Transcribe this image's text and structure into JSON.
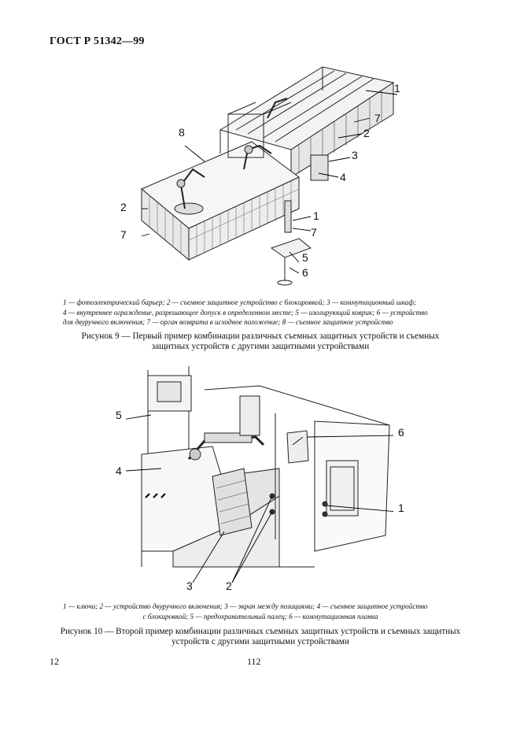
{
  "header": {
    "standard": "ГОСТ Р 51342—99"
  },
  "figure9": {
    "callouts": [
      "1",
      "7",
      "2",
      "3",
      "4",
      "8",
      "2",
      "7",
      "1",
      "7",
      "5",
      "6"
    ],
    "legend_lines": [
      "1 — фотоэлектрический барьер; 2 — съемное защитное устройство с блокировкой; 3 — коммутационный шкаф;",
      "4 — внутреннее ограждение, разрешающее допуск в определенном месте; 5 — изолирующий коврик; 6 — устройство",
      "для двуручного включения; 7 — орган возврата в исходное положение; 8 — съемное защитное устройство"
    ],
    "title_lines": [
      "Рисунок 9 — Первый пример комбинации различных съемных защитных устройств и съемных",
      "защитных устройств  с другими защитными устройствами"
    ]
  },
  "figure10": {
    "callouts": [
      "5",
      "6",
      "4",
      "1",
      "3",
      "2"
    ],
    "legend_lines": [
      "1 — ключи; 2 — устройство двуручного включения; 3 — экран между позициями; 4 — съемное защитное устройство",
      "с блокировкой; 5 — предохранительный палец; 6 — коммутационная планка"
    ],
    "title_lines": [
      "Рисунок 10 — Второй пример комбинации различных съемных защитных устройств и съемных защитных",
      "устройств с другими защитными устройствами"
    ]
  },
  "footer": {
    "left_number": "12",
    "center_number": "112"
  }
}
